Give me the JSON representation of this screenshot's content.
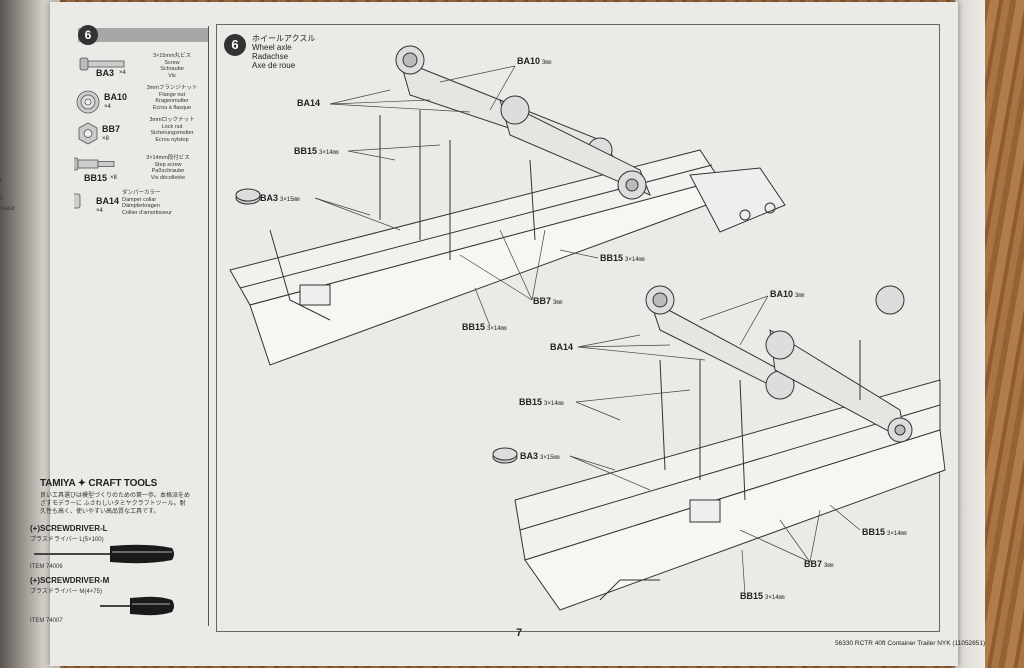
{
  "prev_page": {
    "fragments": [
      "t",
      "s",
      "sseur"
    ]
  },
  "step": {
    "number": "6",
    "title_jp": "ホイールアクスル",
    "title_en": "Wheel axle",
    "title_de": "Radachse",
    "title_fr": "Axe de roue"
  },
  "parts": [
    {
      "code": "BA3",
      "qty": "×4",
      "jp": "3×15mm丸ビス",
      "en": "Screw",
      "de": "Schraube",
      "fr": "Vis"
    },
    {
      "code": "BA10",
      "qty": "×4",
      "jp": "3mmフランジナット",
      "en": "Flange nut",
      "de": "Kragenmutter",
      "fr": "Ecrou à flasque"
    },
    {
      "code": "BB7",
      "qty": "×8",
      "jp": "3mmロックナット",
      "en": "Lock nut",
      "de": "Sicherungsmutter",
      "fr": "Ecrou nylstop"
    },
    {
      "code": "BB15",
      "qty": "×8",
      "jp": "3×14mm段付ビス",
      "en": "Step screw",
      "de": "Paßschraube",
      "fr": "Vis décolletée"
    },
    {
      "code": "BA14",
      "qty": "×4",
      "jp": "ダンパーカラー",
      "en": "Damper collar",
      "de": "Dämpferkragen",
      "fr": "Collier d'amortisseur"
    }
  ],
  "tools": {
    "brand": "TAMIYA ✦ CRAFT TOOLS",
    "intro": "良い工具選びは模型づくりのための第一歩。本格派をめざすモデラーに ふさわしいタミヤクラフトツール。耐久性も高く、使いやすい高品質な工具です。",
    "items": [
      {
        "name": "(+)SCREWDRIVER-L",
        "sub": "プラスドライバー L(5×100)",
        "item": "ITEM 74006"
      },
      {
        "name": "(+)SCREWDRIVER-M",
        "sub": "プラスドライバー M(4×75)",
        "item": "ITEM 74007"
      }
    ]
  },
  "callouts_top": [
    {
      "code": "BA10",
      "size": "3㎜"
    },
    {
      "code": "BA14",
      "size": ""
    },
    {
      "code": "BB15",
      "size": "3×14㎜"
    },
    {
      "code": "BA3",
      "size": "3×15㎜"
    },
    {
      "code": "BB15",
      "size": "3×14㎜"
    },
    {
      "code": "BB7",
      "size": "3㎜"
    },
    {
      "code": "BB15",
      "size": "3×14㎜"
    }
  ],
  "callouts_bottom": [
    {
      "code": "BA10",
      "size": "3㎜"
    },
    {
      "code": "BA14",
      "size": ""
    },
    {
      "code": "BB15",
      "size": "3×14㎜"
    },
    {
      "code": "BA3",
      "size": "3×15㎜"
    },
    {
      "code": "BB15",
      "size": "3×14㎜"
    },
    {
      "code": "BB7",
      "size": "3㎜"
    },
    {
      "code": "BB15",
      "size": "3×14㎜"
    }
  ],
  "footer": {
    "page_number": "7",
    "reference": "56330 RCTR 40ft Container Trailer NYK (11052851)"
  }
}
